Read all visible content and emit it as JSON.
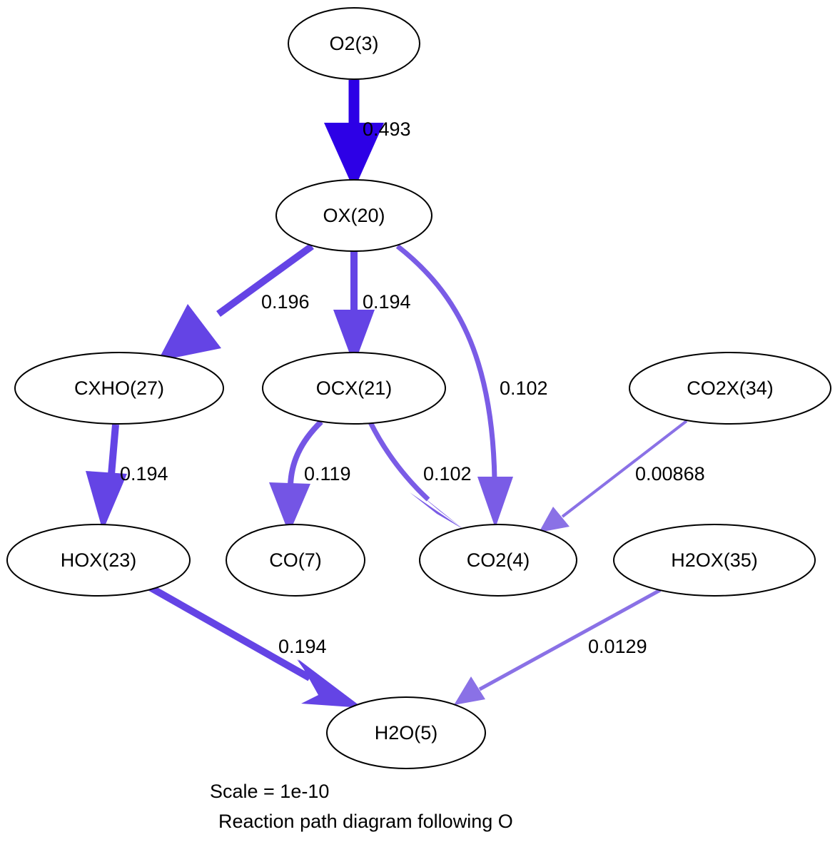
{
  "diagram": {
    "nodes": [
      {
        "id": "o2",
        "label": "O2(3)"
      },
      {
        "id": "ox",
        "label": "OX(20)"
      },
      {
        "id": "cxho",
        "label": "CXHO(27)"
      },
      {
        "id": "ocx",
        "label": "OCX(21)"
      },
      {
        "id": "co2x",
        "label": "CO2X(34)"
      },
      {
        "id": "hox",
        "label": "HOX(23)"
      },
      {
        "id": "co",
        "label": "CO(7)"
      },
      {
        "id": "co2",
        "label": "CO2(4)"
      },
      {
        "id": "h2ox",
        "label": "H2OX(35)"
      },
      {
        "id": "h2o",
        "label": "H2O(5)"
      }
    ],
    "edges": [
      {
        "id": "o2-ox",
        "from": "o2",
        "to": "ox",
        "label": "0.493",
        "color": "#2d00e6"
      },
      {
        "id": "ox-cxho",
        "from": "ox",
        "to": "cxho",
        "label": "0.196",
        "color": "#6444e5"
      },
      {
        "id": "ox-ocx",
        "from": "ox",
        "to": "ocx",
        "label": "0.194",
        "color": "#6444e5"
      },
      {
        "id": "ox-co2",
        "from": "ox",
        "to": "co2",
        "label": "0.102",
        "color": "#7a5ce6"
      },
      {
        "id": "cxho-hox",
        "from": "cxho",
        "to": "hox",
        "label": "0.194",
        "color": "#6444e5"
      },
      {
        "id": "ocx-co",
        "from": "ocx",
        "to": "co",
        "label": "0.119",
        "color": "#7455e5"
      },
      {
        "id": "ocx-co2",
        "from": "ocx",
        "to": "co2",
        "label": "0.102",
        "color": "#7a5ce6"
      },
      {
        "id": "co2x-co2",
        "from": "co2x",
        "to": "co2",
        "label": "0.00868",
        "color": "#8a71e6"
      },
      {
        "id": "hox-h2o",
        "from": "hox",
        "to": "h2o",
        "label": "0.194",
        "color": "#6444e5"
      },
      {
        "id": "h2ox-h2o",
        "from": "h2ox",
        "to": "h2o",
        "label": "0.0129",
        "color": "#8a71e6"
      }
    ],
    "caption": {
      "scale": "Scale = 1e-10",
      "title": "Reaction path diagram following O"
    }
  }
}
